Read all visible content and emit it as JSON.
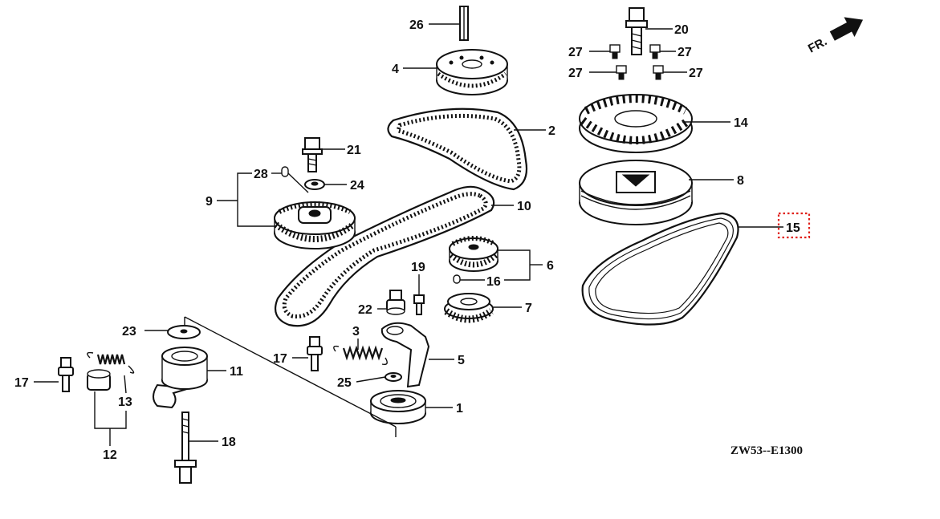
{
  "diagram": {
    "drawing_code": "ZW53--E1300",
    "direction_label": "FR.",
    "highlighted_callout": "15",
    "highlight_color": "#e0201a",
    "callouts": {
      "c1": "1",
      "c2": "2",
      "c3": "3",
      "c4": "4",
      "c5": "5",
      "c6": "6",
      "c7": "7",
      "c8": "8",
      "c9": "9",
      "c10": "10",
      "c11": "11",
      "c12": "12",
      "c13": "13",
      "c14": "14",
      "c15": "15",
      "c16": "16",
      "c17a": "17",
      "c17b": "17",
      "c18": "18",
      "c19": "19",
      "c20": "20",
      "c21": "21",
      "c22": "22",
      "c23": "23",
      "c24": "24",
      "c25": "25",
      "c26": "26",
      "c27a": "27",
      "c27b": "27",
      "c27c": "27",
      "c27d": "27",
      "c28": "28"
    }
  }
}
